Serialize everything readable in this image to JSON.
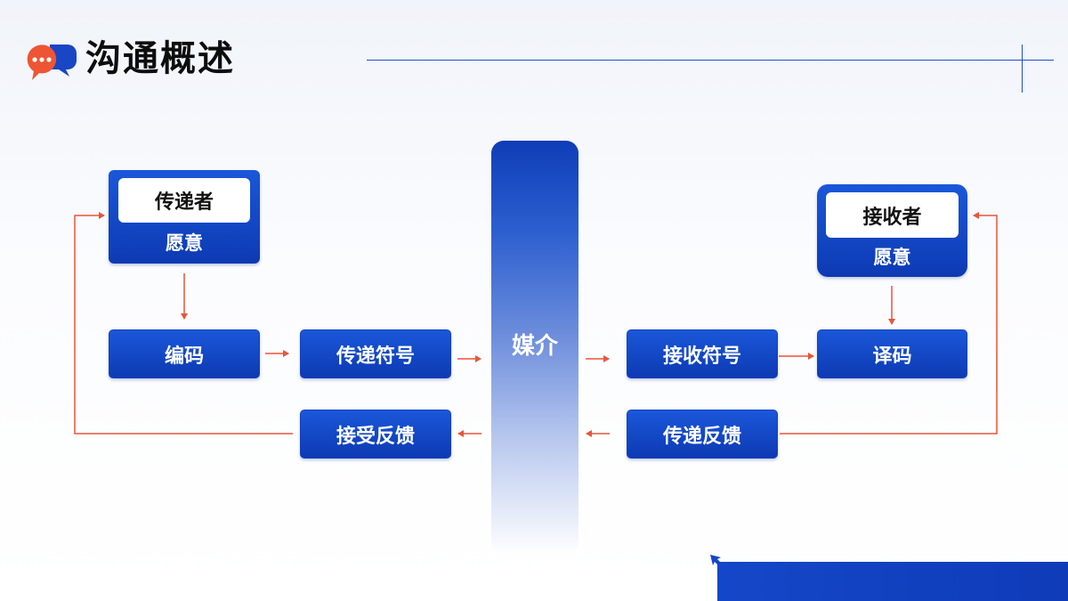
{
  "header": {
    "title": "沟通概述"
  },
  "sender": {
    "title": "传递者",
    "sub": "愿意"
  },
  "receiver": {
    "title": "接收者",
    "sub": "愿意"
  },
  "nodes": {
    "encode": "编码",
    "send_symbols": "传递符号",
    "medium": "媒介",
    "receive_symbols": "接收符号",
    "decode": "译码",
    "accept_feedback": "接受反馈",
    "send_feedback": "传递反馈"
  },
  "colors": {
    "primary": "#1a57d9",
    "arrow": "#e8553a",
    "dark": "#0d3ab3"
  },
  "icons": {
    "logo": "chat-bubbles-icon",
    "corner": "cursor-arrow-icon"
  }
}
